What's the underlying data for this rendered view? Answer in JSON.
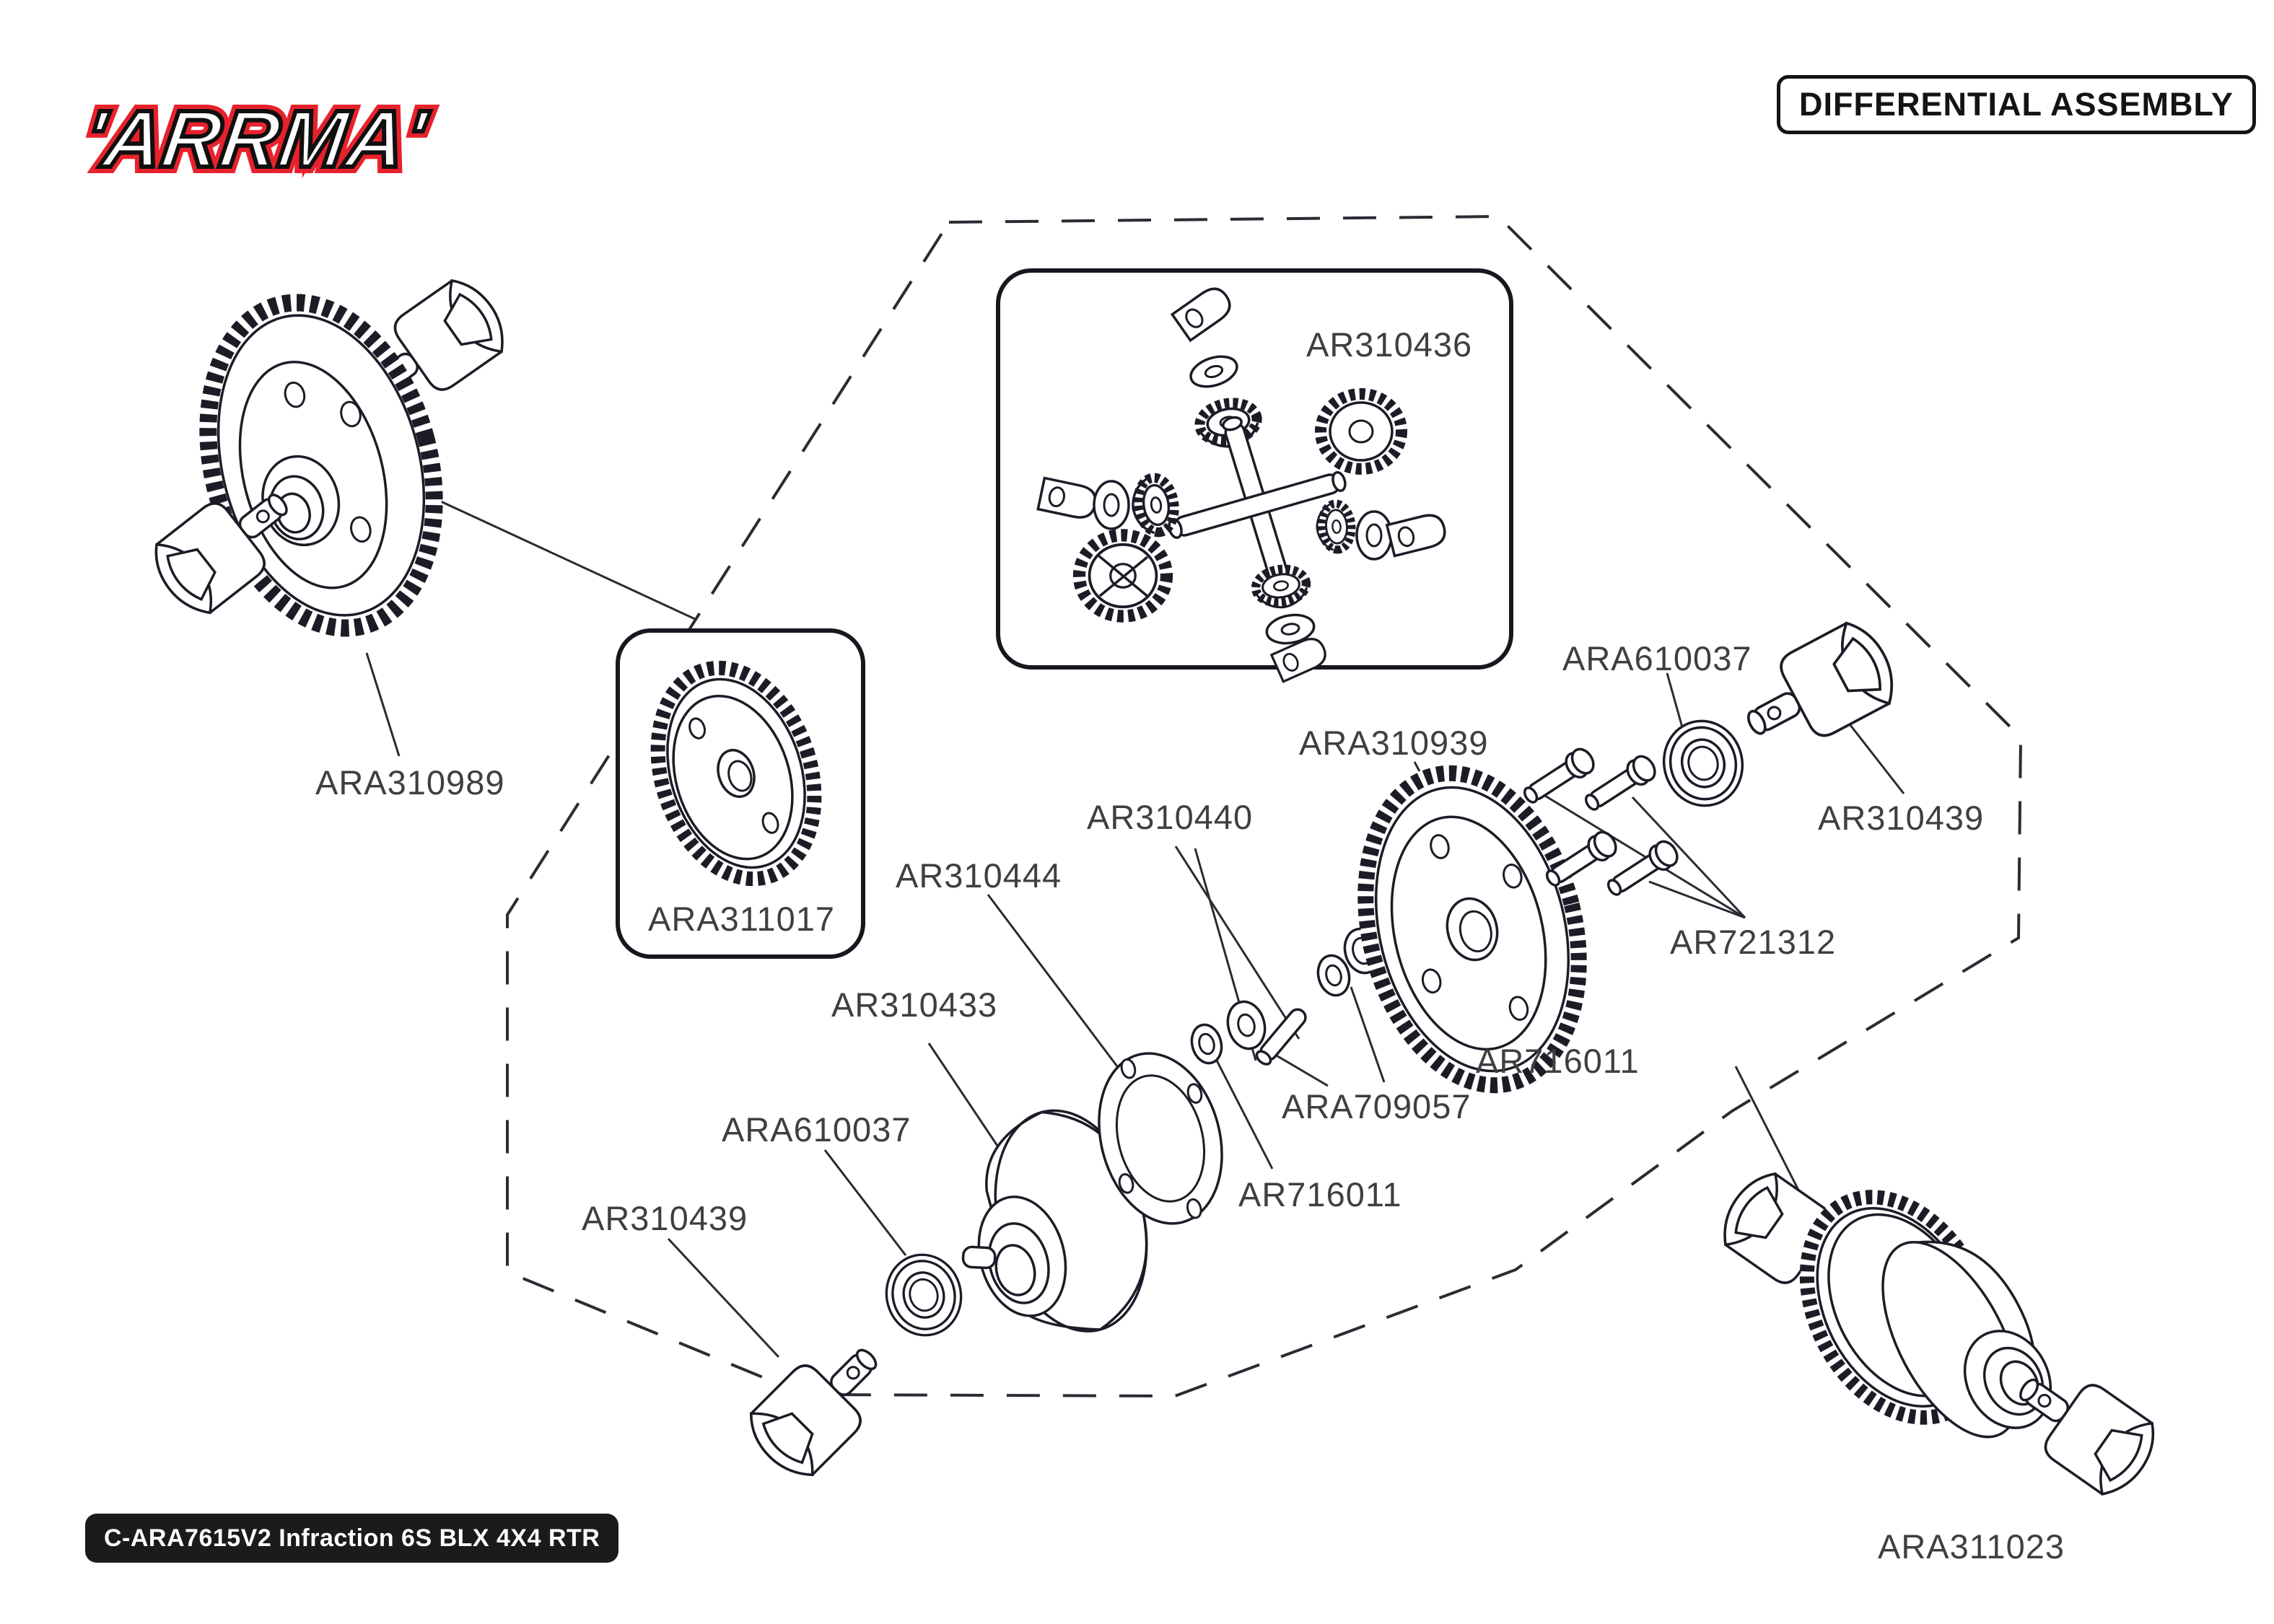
{
  "header": {
    "logo_text": "'ARRMA'",
    "title": "DIFFERENTIAL ASSEMBLY"
  },
  "footer": {
    "model_code": "C-ARA7615V2 Infraction 6S BLX 4X4 RTR"
  },
  "diagram": {
    "description": "Exploded parts diagram of differential assembly",
    "labels": [
      {
        "id": "ara310989",
        "text": "ARA310989"
      },
      {
        "id": "ar310436",
        "text": "AR310436"
      },
      {
        "id": "ara311017",
        "text": "ARA311017"
      },
      {
        "id": "ar310444",
        "text": "AR310444"
      },
      {
        "id": "ar310433",
        "text": "AR310433"
      },
      {
        "id": "ara610037-left",
        "text": "ARA610037"
      },
      {
        "id": "ar310439-left",
        "text": "AR310439"
      },
      {
        "id": "ar310440",
        "text": "AR310440"
      },
      {
        "id": "ara310939",
        "text": "ARA310939"
      },
      {
        "id": "ara610037-right",
        "text": "ARA610037"
      },
      {
        "id": "ar310439-right",
        "text": "AR310439"
      },
      {
        "id": "ar721312",
        "text": "AR721312"
      },
      {
        "id": "ar716011-upper",
        "text": "AR716011"
      },
      {
        "id": "ara709057",
        "text": "ARA709057"
      },
      {
        "id": "ar716011-lower",
        "text": "AR716011"
      },
      {
        "id": "ara311023",
        "text": "ARA311023"
      }
    ],
    "colors": {
      "line": "#1c1c27",
      "label_text": "#3f3f3f",
      "logo_red": "#e8222c",
      "footer_bg": "#1b1b1b"
    }
  }
}
